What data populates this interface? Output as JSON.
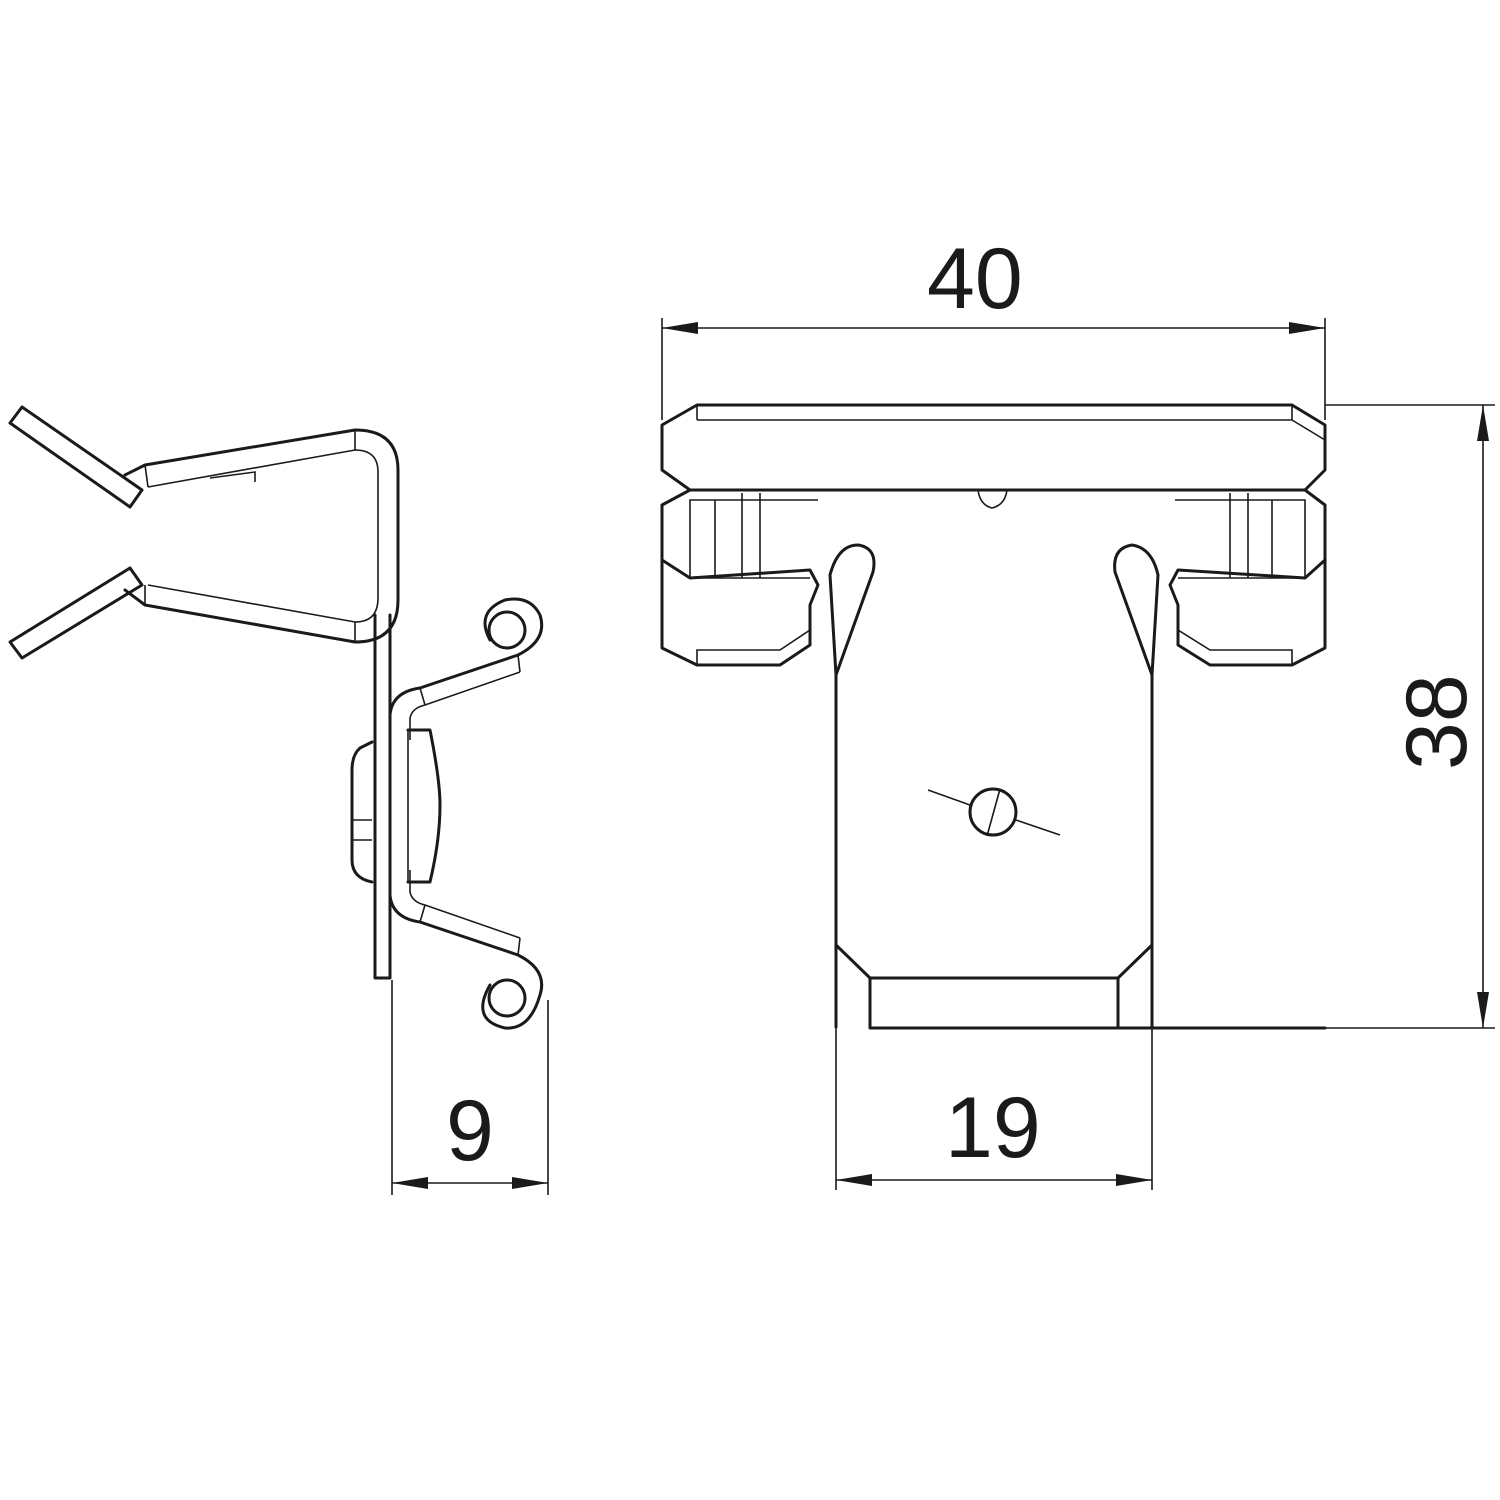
{
  "dimensions": {
    "width_top": "40",
    "height_right": "38",
    "body_width": "19",
    "depth_side": "9"
  },
  "colors": {
    "line": "#1a1a1a",
    "background": "#ffffff"
  }
}
